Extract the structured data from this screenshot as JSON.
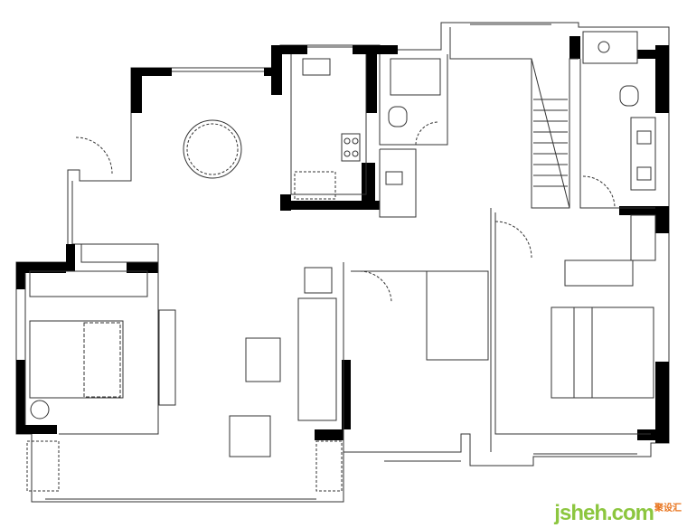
{
  "plan": {
    "wall_color": "#000000",
    "line_color": "#333333",
    "rooms": [
      "balcony",
      "kitchen",
      "bathroom-1",
      "stairs",
      "bathroom-2",
      "master-bedroom",
      "bedroom-2",
      "bedroom-3",
      "living-room"
    ]
  },
  "watermark": {
    "main": "jsheh.com",
    "cn": "聚设汇",
    "main_color": "#8cc63f",
    "cn_color": "#e8741e"
  }
}
